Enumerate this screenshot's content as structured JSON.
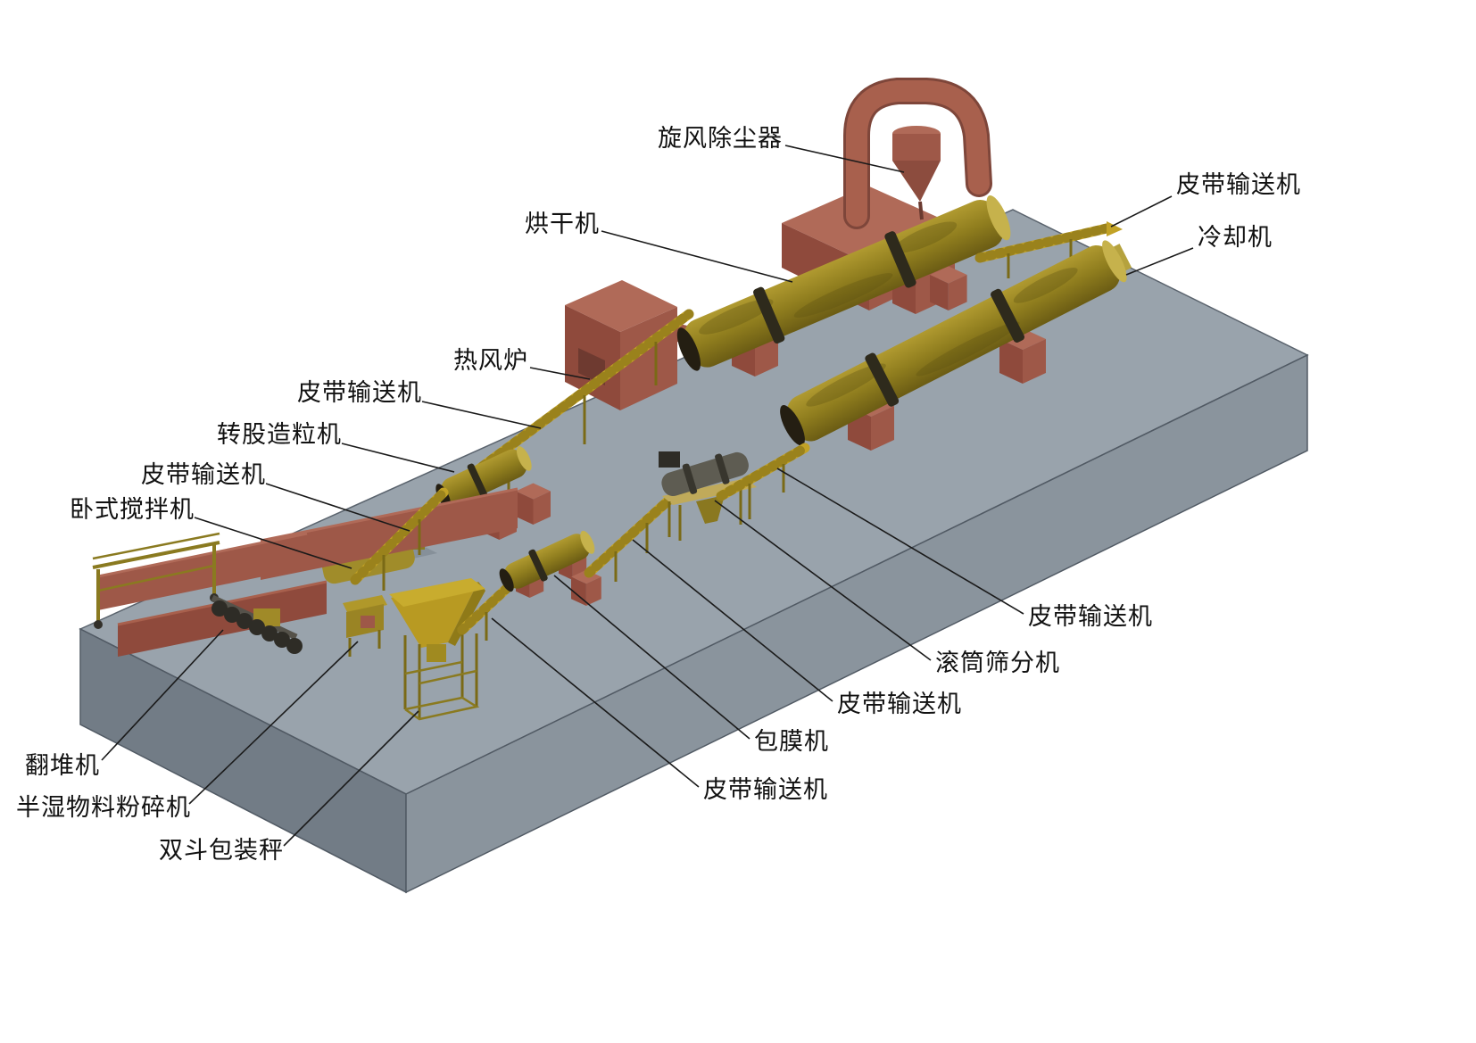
{
  "labels": {
    "cyclone_dust_collector": "旋风除尘器",
    "dryer": "烘干机",
    "belt_conveyor": "皮带输送机",
    "cooler": "冷却机",
    "hot_air_furnace": "热风炉",
    "rotary_drum_granulator": "转股造粒机",
    "horizontal_mixer": "卧式搅拌机",
    "compost_turner": "翻堆机",
    "semi_wet_material_crusher": "半湿物料粉碎机",
    "double_hopper_packing_scale": "双斗包装秤",
    "coating_machine": "包膜机",
    "drum_screening_machine": "滚筒筛分机"
  },
  "colors": {
    "background": "#ffffff",
    "label_text": "#111111",
    "platform_top": "#99a3ac",
    "platform_front": "#727c86",
    "platform_side": "#8a949d",
    "red_top": "#b06a58",
    "red_left": "#8f4a3c",
    "red_right": "#9e5848",
    "drum_light": "#b09a30",
    "drum_mid": "#8f7d1e",
    "drum_dark": "#6b5c14",
    "conveyor_yellow": "#c2a226"
  }
}
